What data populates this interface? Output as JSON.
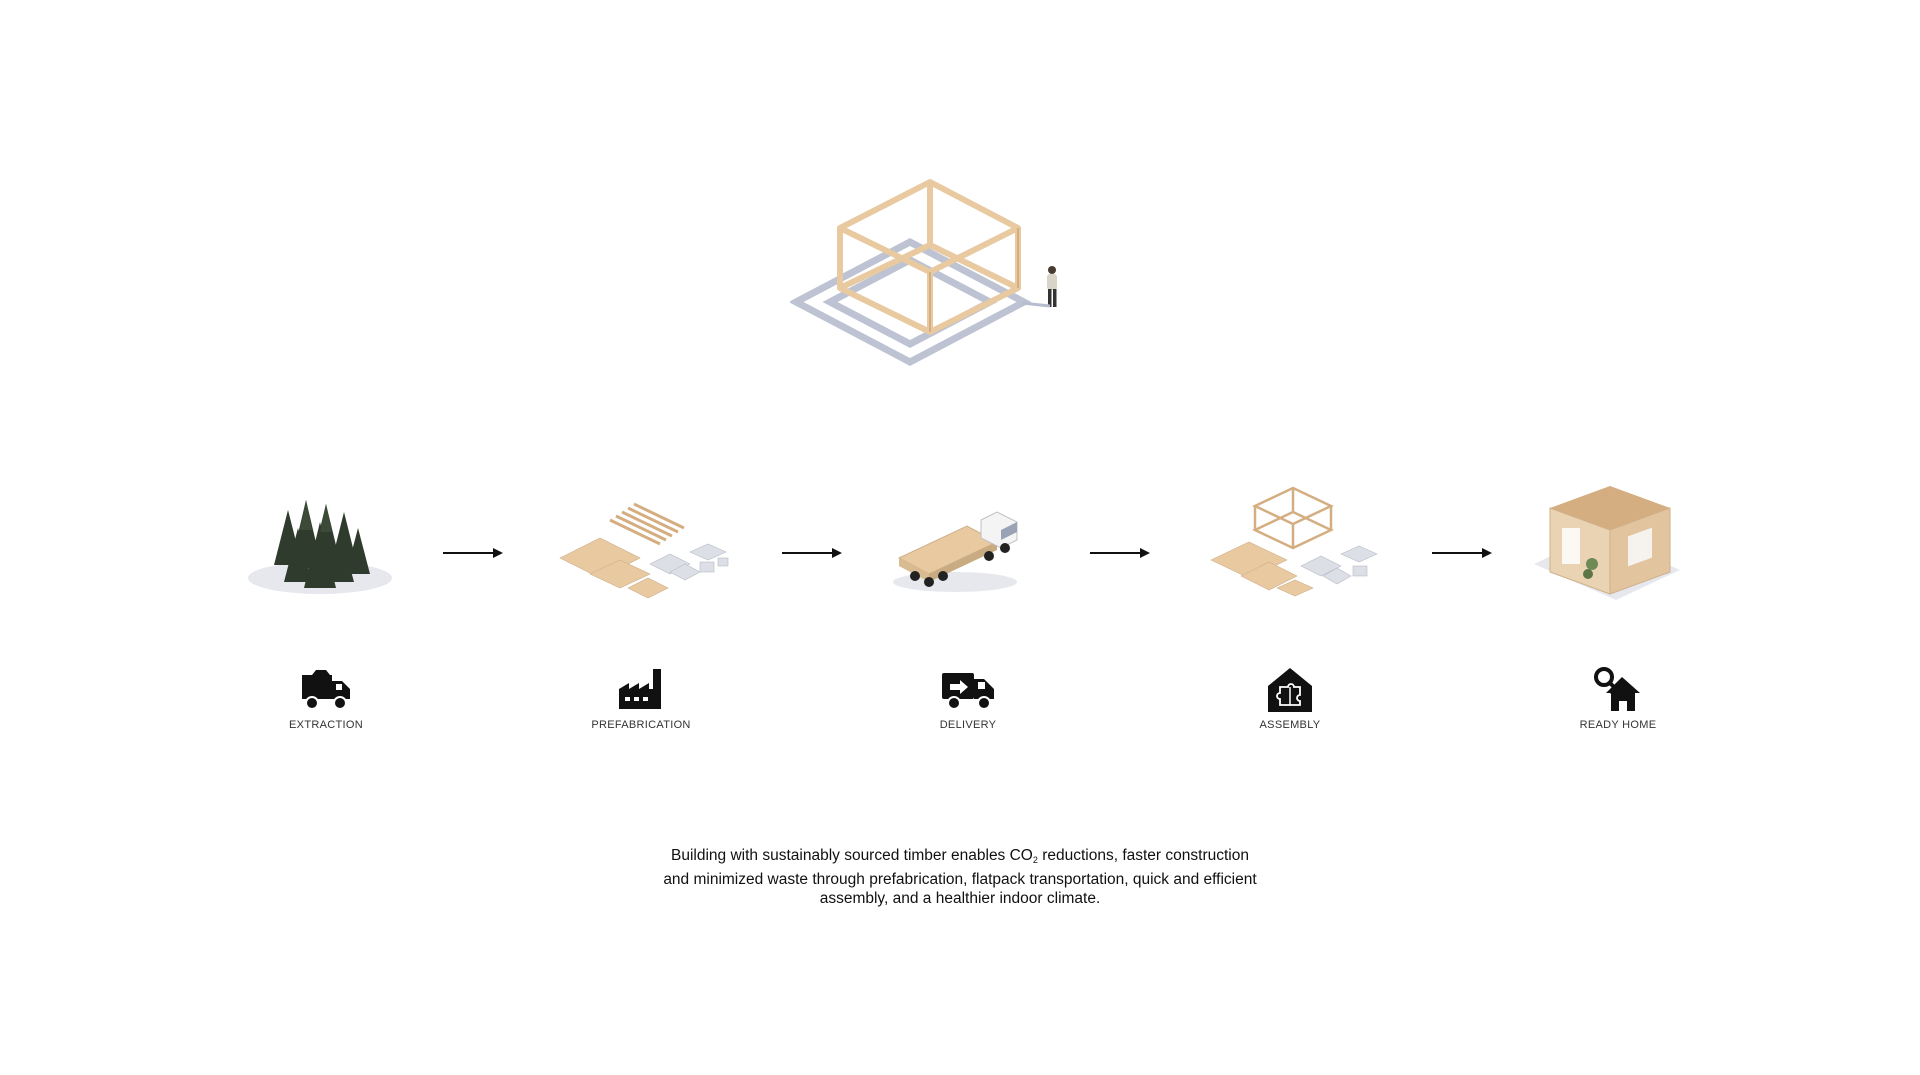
{
  "hero": {
    "icon": "timber-frame-module"
  },
  "stages": [
    {
      "label": "EXTRACTION",
      "icon": "mining-truck-icon",
      "image": "forest"
    },
    {
      "label": "PREFABRICATION",
      "icon": "factory-icon",
      "image": "flatpack-parts"
    },
    {
      "label": "DELIVERY",
      "icon": "delivery-van-icon",
      "image": "truck"
    },
    {
      "label": "ASSEMBLY",
      "icon": "puzzle-house-icon",
      "image": "assembly-kit"
    },
    {
      "label": "READY HOME",
      "icon": "house-key-icon",
      "image": "finished-module"
    }
  ],
  "caption": {
    "part1": "Building with sustainably sourced timber enables CO",
    "sub": "2",
    "part2": " reductions, faster construction",
    "line2": "and minimized waste through prefabrication, flatpack transportation, quick and efficient",
    "line3": "assembly, and a healthier indoor climate."
  },
  "colors": {
    "timber": "#E8C9A0",
    "timber_dark": "#D4AE80",
    "shadow": "#B6BDCE",
    "tree": "#2F3B2C",
    "icon": "#111111"
  }
}
